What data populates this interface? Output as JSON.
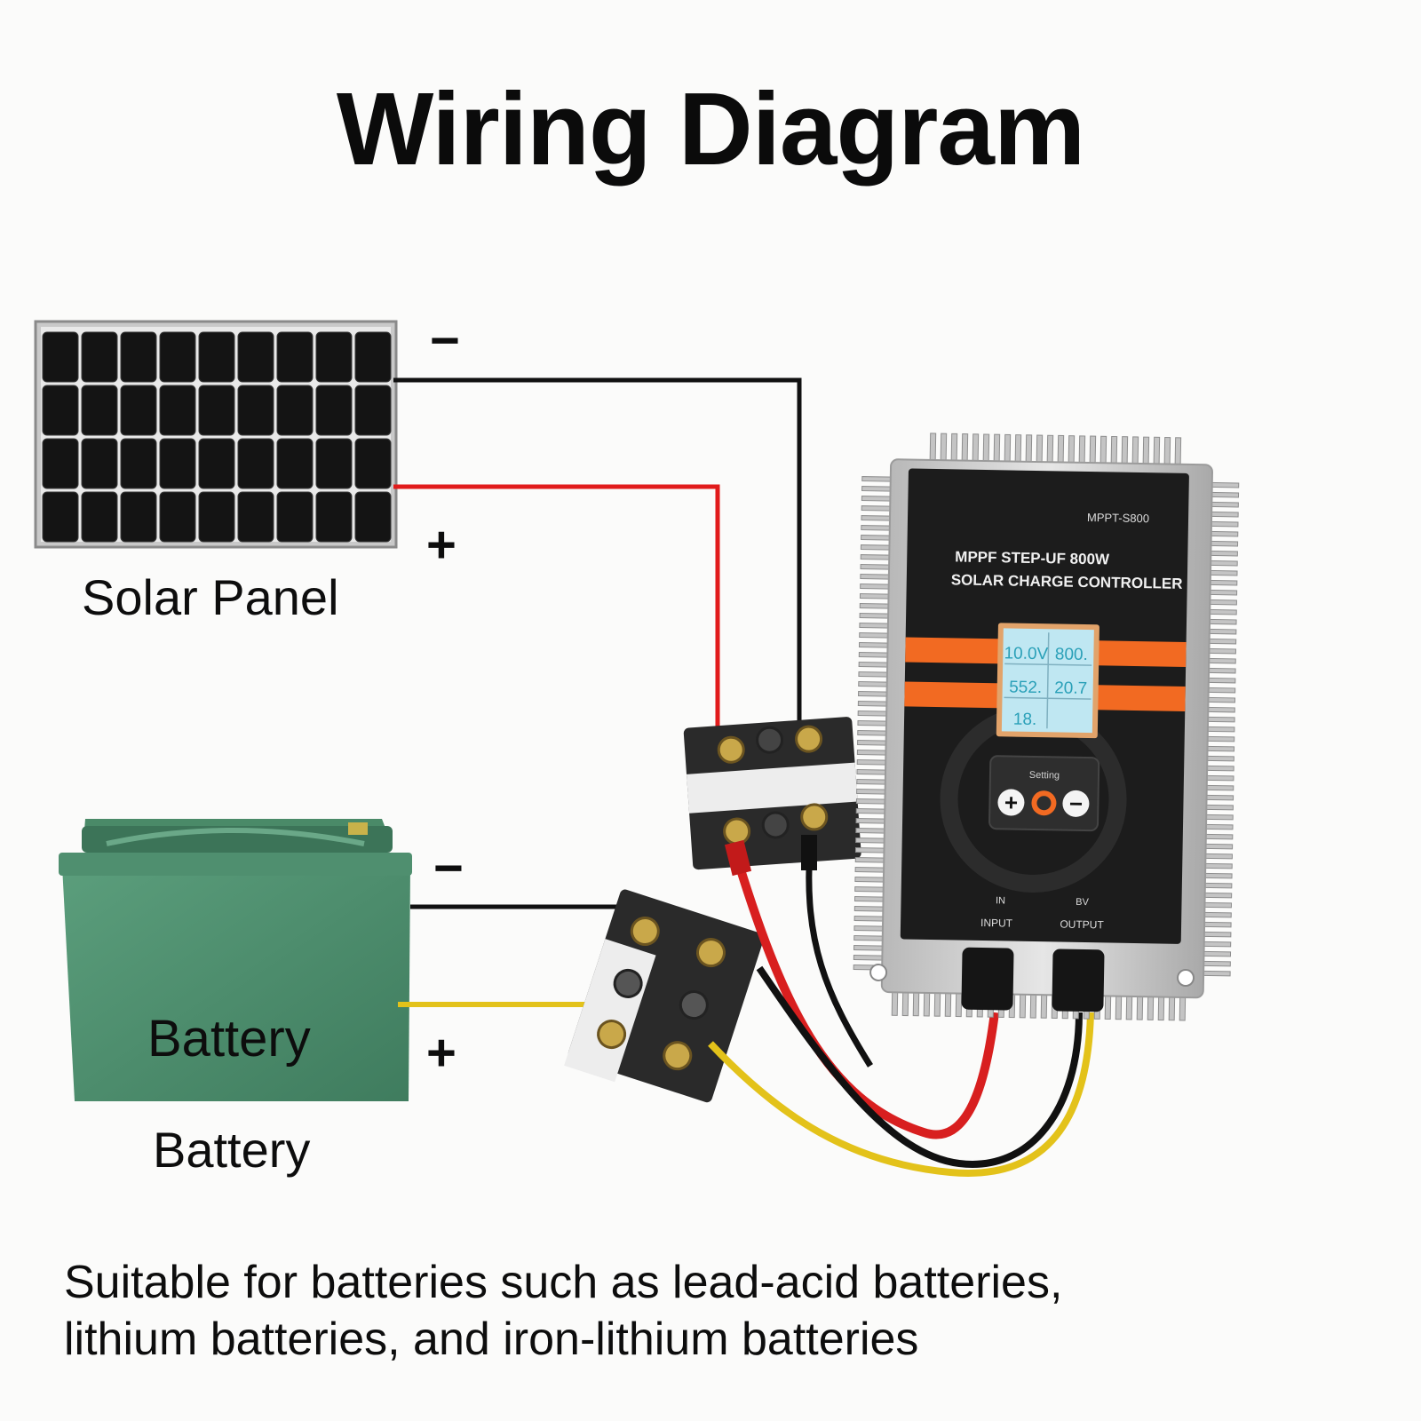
{
  "title": "Wiring Diagram",
  "solar_panel": {
    "label": "Solar Panel",
    "negative_sign": "−",
    "positive_sign": "+"
  },
  "battery": {
    "case_label": "Battery",
    "label": "Battery",
    "negative_sign": "−",
    "positive_sign": "+"
  },
  "controller": {
    "model_code": "MPPT-S800",
    "title_line1": "MPPF STEP-UF 800W",
    "title_line2": "SOLAR CHARGE CONTROLLER",
    "lcd_cells": [
      "10.0V",
      "800.",
      "552.",
      "20.7",
      "18.",
      ""
    ],
    "keypad_label": "Setting",
    "button_plus": "+",
    "button_minus": "−",
    "port_left_code": "IN",
    "port_left_label": "INPUT",
    "port_right_code": "BV",
    "port_right_label": "OUTPUT"
  },
  "footer": {
    "line1": "Suitable for batteries such as lead-acid batteries,",
    "line2": "lithium batteries, and iron-lithium batteries"
  },
  "colors": {
    "wire_negative": "#111111",
    "wire_positive_solar": "#e11b1b",
    "wire_positive_battery": "#e3c21a",
    "battery_case": "#4f8f6f",
    "controller_face": "#1c1c1c",
    "controller_stripe": "#f26a22",
    "lcd_screen": "#bfe7f2"
  }
}
